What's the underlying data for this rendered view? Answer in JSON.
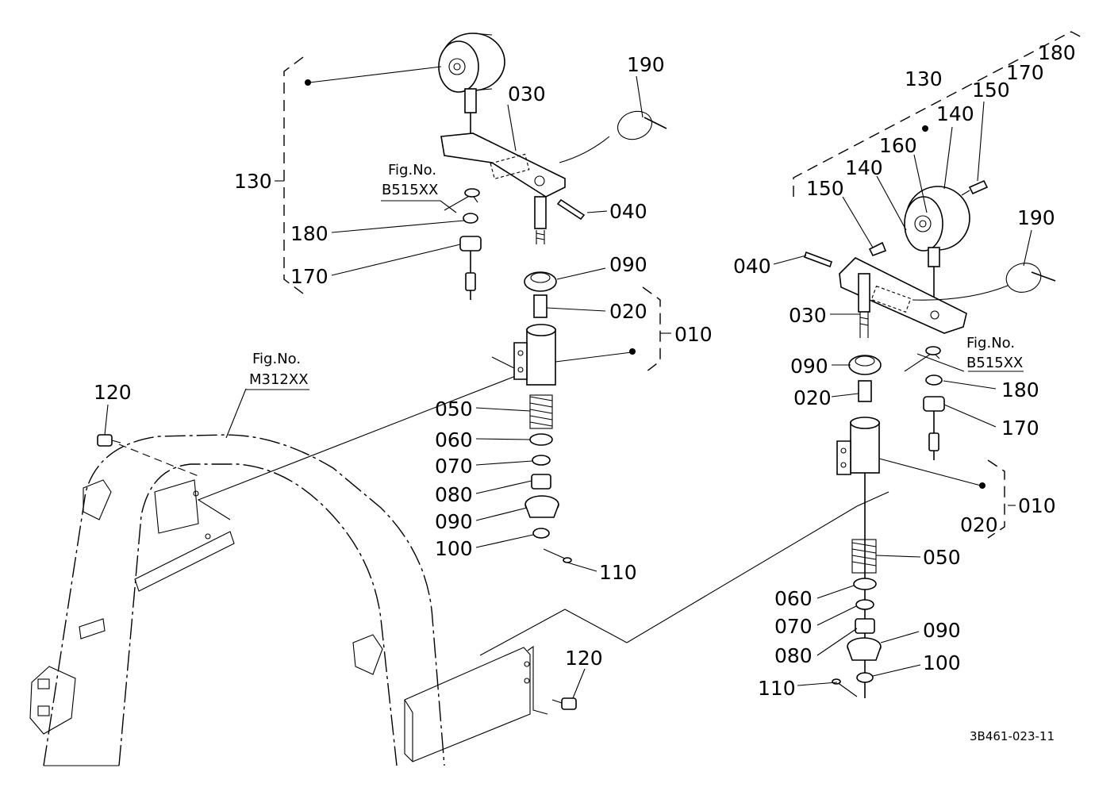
{
  "labels": {
    "p010": "010",
    "p020": "020",
    "p030": "030",
    "p040": "040",
    "p050": "050",
    "p060": "060",
    "p070": "070",
    "p080": "080",
    "p090": "090",
    "p100": "100",
    "p110": "110",
    "p120": "120",
    "p130": "130",
    "p140": "140",
    "p150": "150",
    "p160": "160",
    "p170": "170",
    "p180": "180",
    "p190": "190"
  },
  "figure_refs": {
    "fig_no": "Fig.No.",
    "b515": "B515XX",
    "m312": "M312XX"
  },
  "drawing_code": "3B461-023-11"
}
